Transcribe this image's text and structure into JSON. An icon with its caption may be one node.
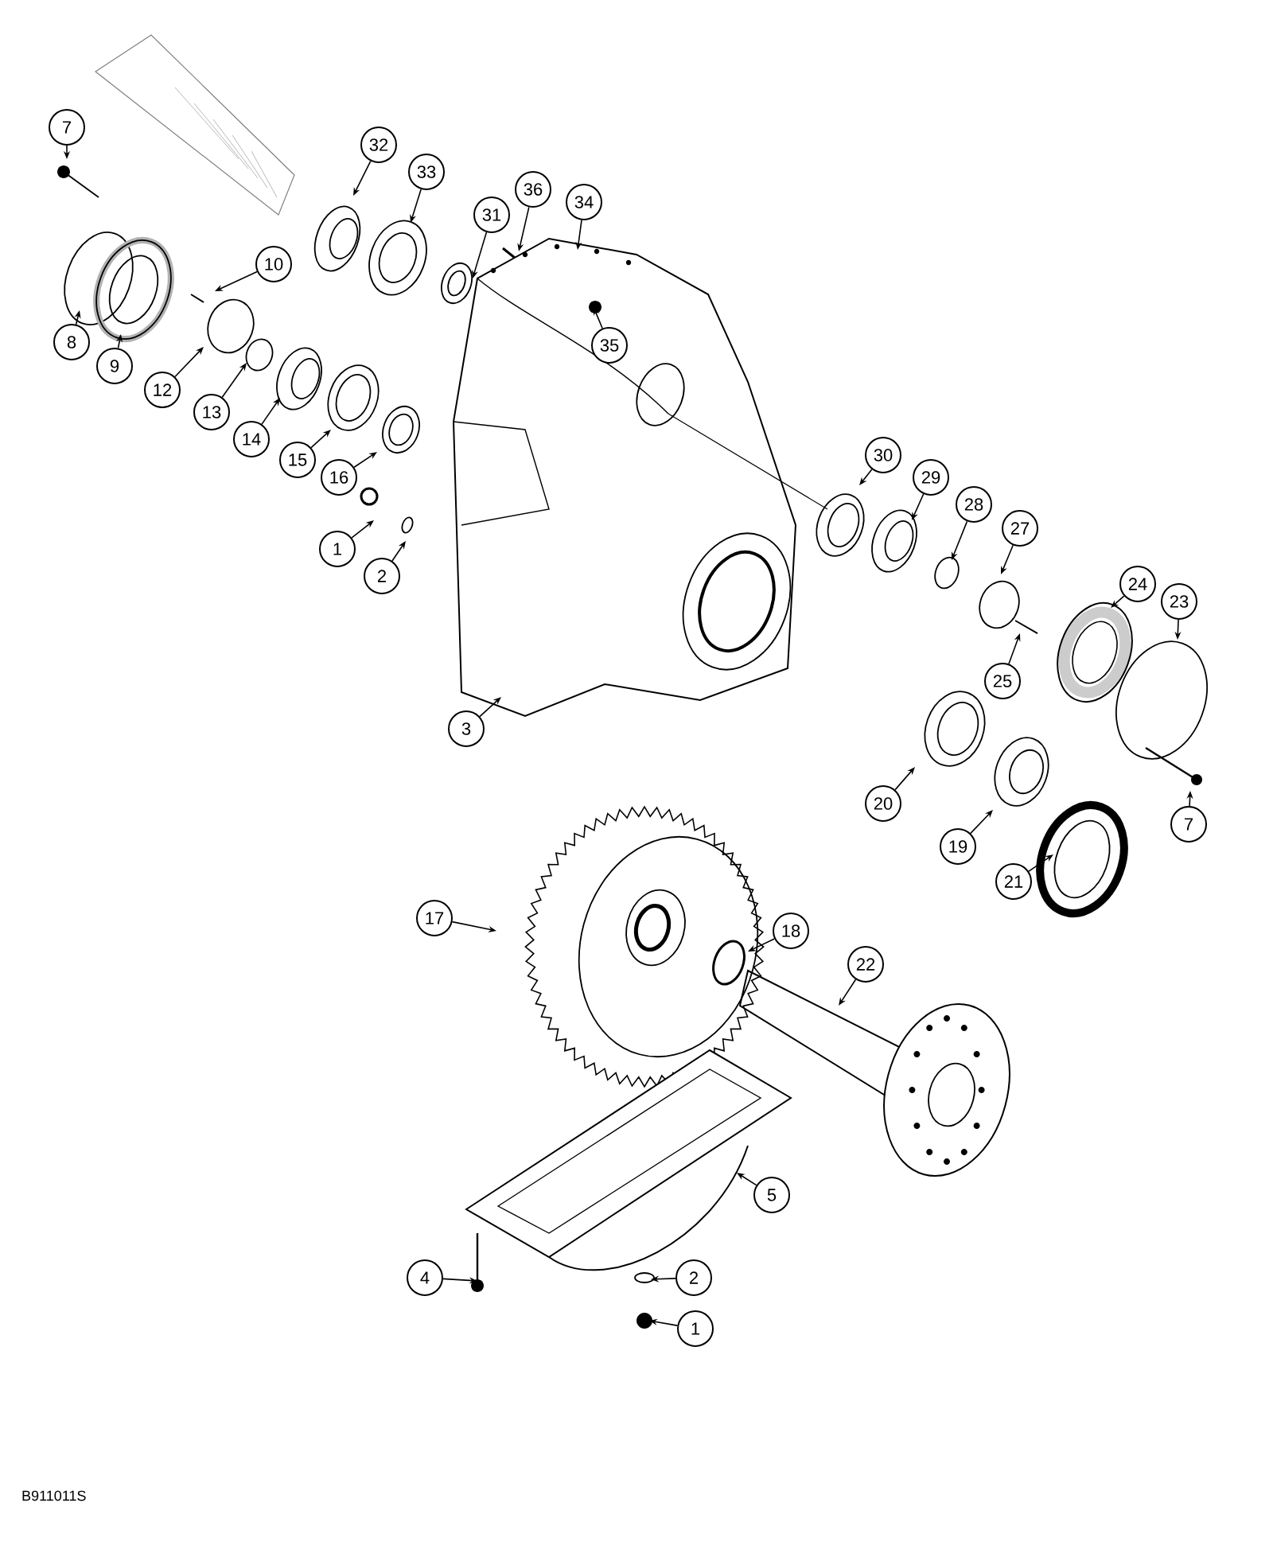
{
  "diagram": {
    "nodes": [
      {
        "text": [
          "7"
        ]
      },
      {
        "text": [
          "32"
        ]
      },
      {
        "text": [
          "33"
        ]
      },
      {
        "text": [
          "36"
        ]
      },
      {
        "text": [
          "31"
        ]
      },
      {
        "text": [
          "34"
        ]
      },
      {
        "text": [
          "10"
        ]
      },
      {
        "text": [
          "35"
        ]
      },
      {
        "text": [
          "8"
        ]
      },
      {
        "text": [
          "9"
        ]
      },
      {
        "text": [
          "12"
        ]
      },
      {
        "text": [
          "13"
        ]
      },
      {
        "text": [
          "14"
        ]
      },
      {
        "text": [
          "15"
        ]
      },
      {
        "text": [
          "16"
        ]
      },
      {
        "text": [
          "1"
        ]
      },
      {
        "text": [
          "2"
        ]
      },
      {
        "text": [
          "3"
        ]
      },
      {
        "text": [
          "30"
        ]
      },
      {
        "text": [
          "29"
        ]
      },
      {
        "text": [
          "28"
        ]
      },
      {
        "text": [
          "27"
        ]
      },
      {
        "text": [
          "24"
        ]
      },
      {
        "text": [
          "23"
        ]
      },
      {
        "text": [
          "25"
        ]
      },
      {
        "text": [
          "20"
        ]
      },
      {
        "text": [
          "7"
        ]
      },
      {
        "text": [
          "19"
        ]
      },
      {
        "text": [
          "21"
        ]
      },
      {
        "text": [
          "17"
        ]
      },
      {
        "text": [
          "18"
        ]
      },
      {
        "text": [
          "22"
        ]
      },
      {
        "text": [
          "5"
        ]
      },
      {
        "text": [
          "4"
        ]
      },
      {
        "text": [
          "2"
        ]
      },
      {
        "text": [
          "1"
        ]
      }
    ],
    "edges": [
      {
        "from": 0,
        "to": null,
        "arrow": "to"
      },
      {
        "from": 1,
        "to": null,
        "arrow": "to"
      },
      {
        "from": 2,
        "to": null,
        "arrow": "to"
      },
      {
        "from": 3,
        "to": null,
        "arrow": "to"
      },
      {
        "from": 4,
        "to": null,
        "arrow": "to"
      },
      {
        "from": 5,
        "to": null,
        "arrow": "to"
      },
      {
        "from": 6,
        "to": null,
        "arrow": "to"
      },
      {
        "from": 7,
        "to": null,
        "arrow": "to"
      },
      {
        "from": 8,
        "to": null,
        "arrow": "to"
      },
      {
        "from": 9,
        "to": null,
        "arrow": "to"
      },
      {
        "from": 10,
        "to": null,
        "arrow": "to"
      },
      {
        "from": 11,
        "to": null,
        "arrow": "to"
      },
      {
        "from": 12,
        "to": null,
        "arrow": "to"
      },
      {
        "from": 13,
        "to": null,
        "arrow": "to"
      },
      {
        "from": 14,
        "to": null,
        "arrow": "to"
      },
      {
        "from": 15,
        "to": null,
        "arrow": "to"
      },
      {
        "from": 16,
        "to": null,
        "arrow": "to"
      },
      {
        "from": 17,
        "to": null,
        "arrow": "to"
      },
      {
        "from": 18,
        "to": null,
        "arrow": "to"
      },
      {
        "from": 19,
        "to": null,
        "arrow": "to"
      },
      {
        "from": 20,
        "to": null,
        "arrow": "to"
      },
      {
        "from": 21,
        "to": null,
        "arrow": "to"
      },
      {
        "from": 22,
        "to": null,
        "arrow": "to"
      },
      {
        "from": 23,
        "to": null,
        "arrow": "to"
      },
      {
        "from": 24,
        "to": null,
        "arrow": "to"
      },
      {
        "from": 25,
        "to": null,
        "arrow": "to"
      },
      {
        "from": 26,
        "to": null,
        "arrow": "to"
      },
      {
        "from": 27,
        "to": null,
        "arrow": "to"
      },
      {
        "from": 28,
        "to": null,
        "arrow": "to"
      },
      {
        "from": 29,
        "to": null,
        "arrow": "to"
      },
      {
        "from": 30,
        "to": null,
        "arrow": "to"
      },
      {
        "from": 31,
        "to": null,
        "arrow": "to"
      },
      {
        "from": 32,
        "to": null,
        "arrow": "to"
      },
      {
        "from": 33,
        "to": null,
        "arrow": "to"
      },
      {
        "from": 34,
        "to": null,
        "arrow": "to"
      },
      {
        "from": 35,
        "to": null,
        "arrow": "to"
      }
    ],
    "labels": [
      "B911011S"
    ]
  }
}
